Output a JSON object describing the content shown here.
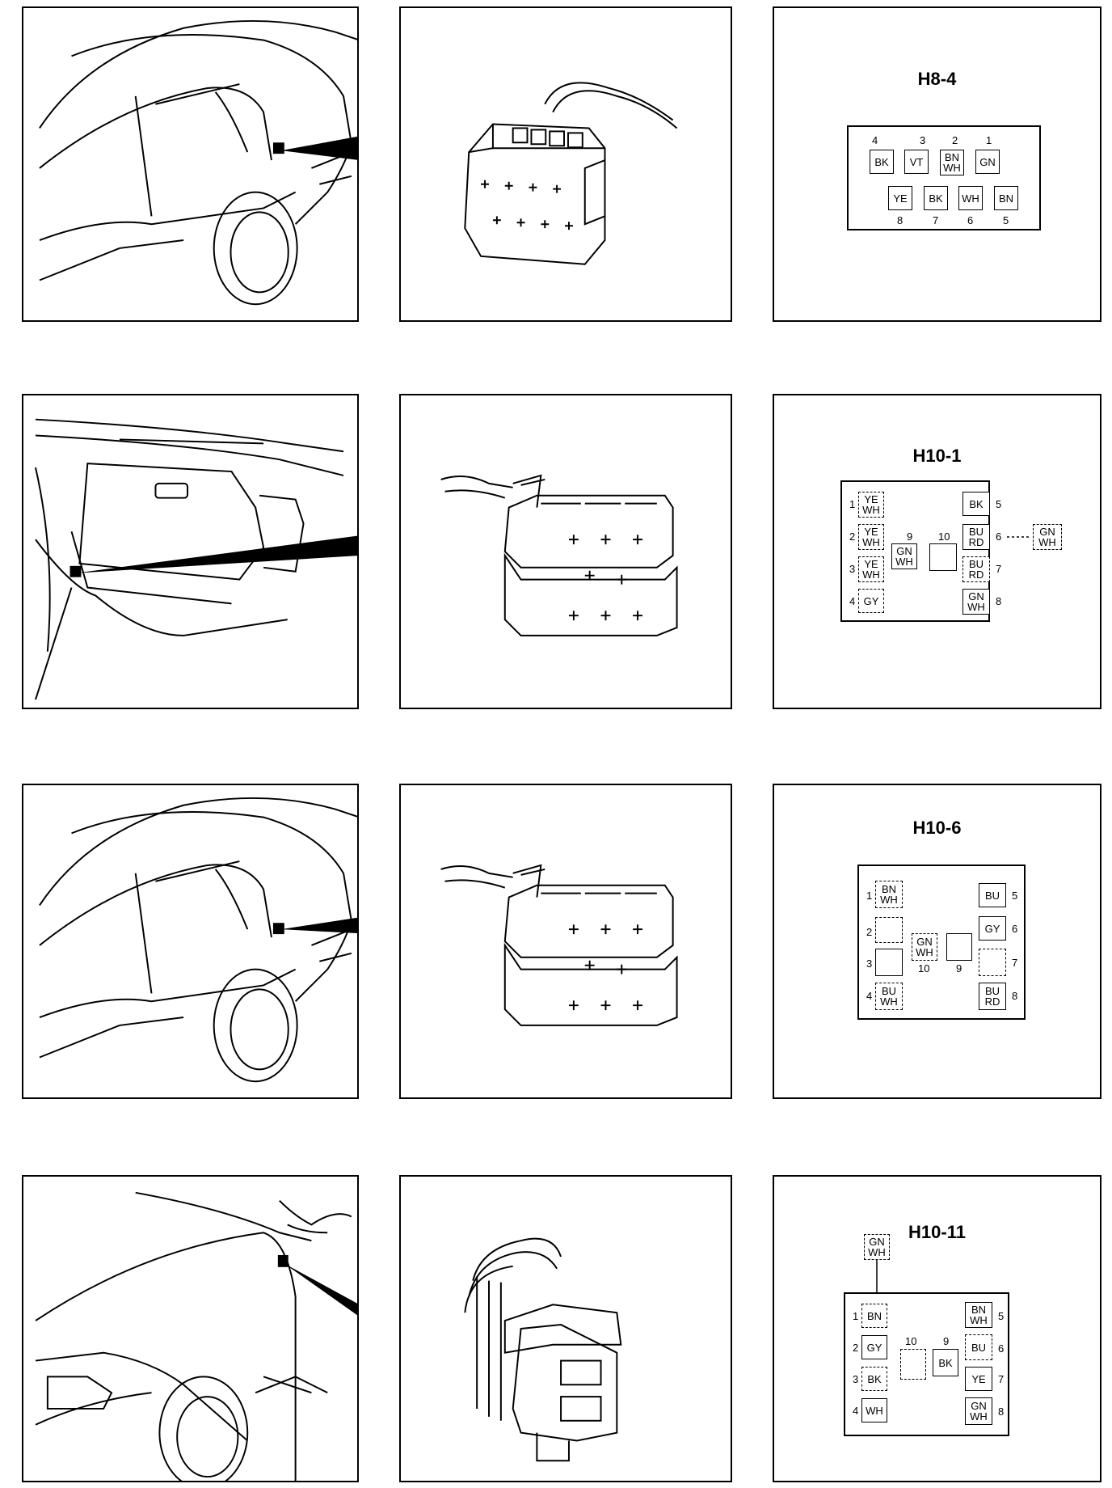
{
  "connectors": [
    {
      "id": "H8-4",
      "pins": [
        {
          "num": "4",
          "wire": [
            "BK"
          ]
        },
        {
          "num": "3",
          "wire": [
            "VT"
          ]
        },
        {
          "num": "2",
          "wire": [
            "BN",
            "WH"
          ]
        },
        {
          "num": "1",
          "wire": [
            "GN"
          ]
        },
        {
          "num": "8",
          "wire": [
            "YE"
          ]
        },
        {
          "num": "7",
          "wire": [
            "BK"
          ]
        },
        {
          "num": "6",
          "wire": [
            "WH"
          ]
        },
        {
          "num": "5",
          "wire": [
            "BN"
          ]
        }
      ]
    },
    {
      "id": "H10-1",
      "pins": [
        {
          "num": "1",
          "wire": [
            "YE",
            "WH"
          ]
        },
        {
          "num": "2",
          "wire": [
            "YE",
            "WH"
          ]
        },
        {
          "num": "3",
          "wire": [
            "YE",
            "WH"
          ]
        },
        {
          "num": "4",
          "wire": [
            "GY"
          ]
        },
        {
          "num": "5",
          "wire": [
            "BK"
          ]
        },
        {
          "num": "6",
          "wire": [
            "BU",
            "RD"
          ]
        },
        {
          "num": "7",
          "wire": [
            "BU",
            "RD"
          ]
        },
        {
          "num": "8",
          "wire": [
            "GN",
            "WH"
          ]
        },
        {
          "num": "9",
          "wire": [
            "GN",
            "WH"
          ]
        },
        {
          "num": "10",
          "wire": []
        }
      ],
      "external": {
        "wire": [
          "GN",
          "WH"
        ]
      }
    },
    {
      "id": "H10-6",
      "pins": [
        {
          "num": "1",
          "wire": [
            "BN",
            "WH"
          ]
        },
        {
          "num": "2",
          "wire": []
        },
        {
          "num": "3",
          "wire": []
        },
        {
          "num": "4",
          "wire": [
            "BU",
            "WH"
          ]
        },
        {
          "num": "5",
          "wire": [
            "BU"
          ]
        },
        {
          "num": "6",
          "wire": [
            "GY"
          ]
        },
        {
          "num": "7",
          "wire": []
        },
        {
          "num": "8",
          "wire": [
            "BU",
            "RD"
          ]
        },
        {
          "num": "10",
          "wire": [
            "GN",
            "WH"
          ]
        },
        {
          "num": "9",
          "wire": []
        }
      ]
    },
    {
      "id": "H10-11",
      "pins": [
        {
          "num": "1",
          "wire": [
            "BN"
          ]
        },
        {
          "num": "2",
          "wire": [
            "GY"
          ]
        },
        {
          "num": "3",
          "wire": [
            "BK"
          ]
        },
        {
          "num": "4",
          "wire": [
            "WH"
          ]
        },
        {
          "num": "5",
          "wire": [
            "BN",
            "WH"
          ]
        },
        {
          "num": "6",
          "wire": [
            "BU"
          ]
        },
        {
          "num": "7",
          "wire": [
            "YE"
          ]
        },
        {
          "num": "8",
          "wire": [
            "GN",
            "WH"
          ]
        },
        {
          "num": "10",
          "wire": []
        },
        {
          "num": "9",
          "wire": [
            "BK"
          ]
        }
      ],
      "external": {
        "wire": [
          "GN",
          "WH"
        ]
      }
    }
  ]
}
